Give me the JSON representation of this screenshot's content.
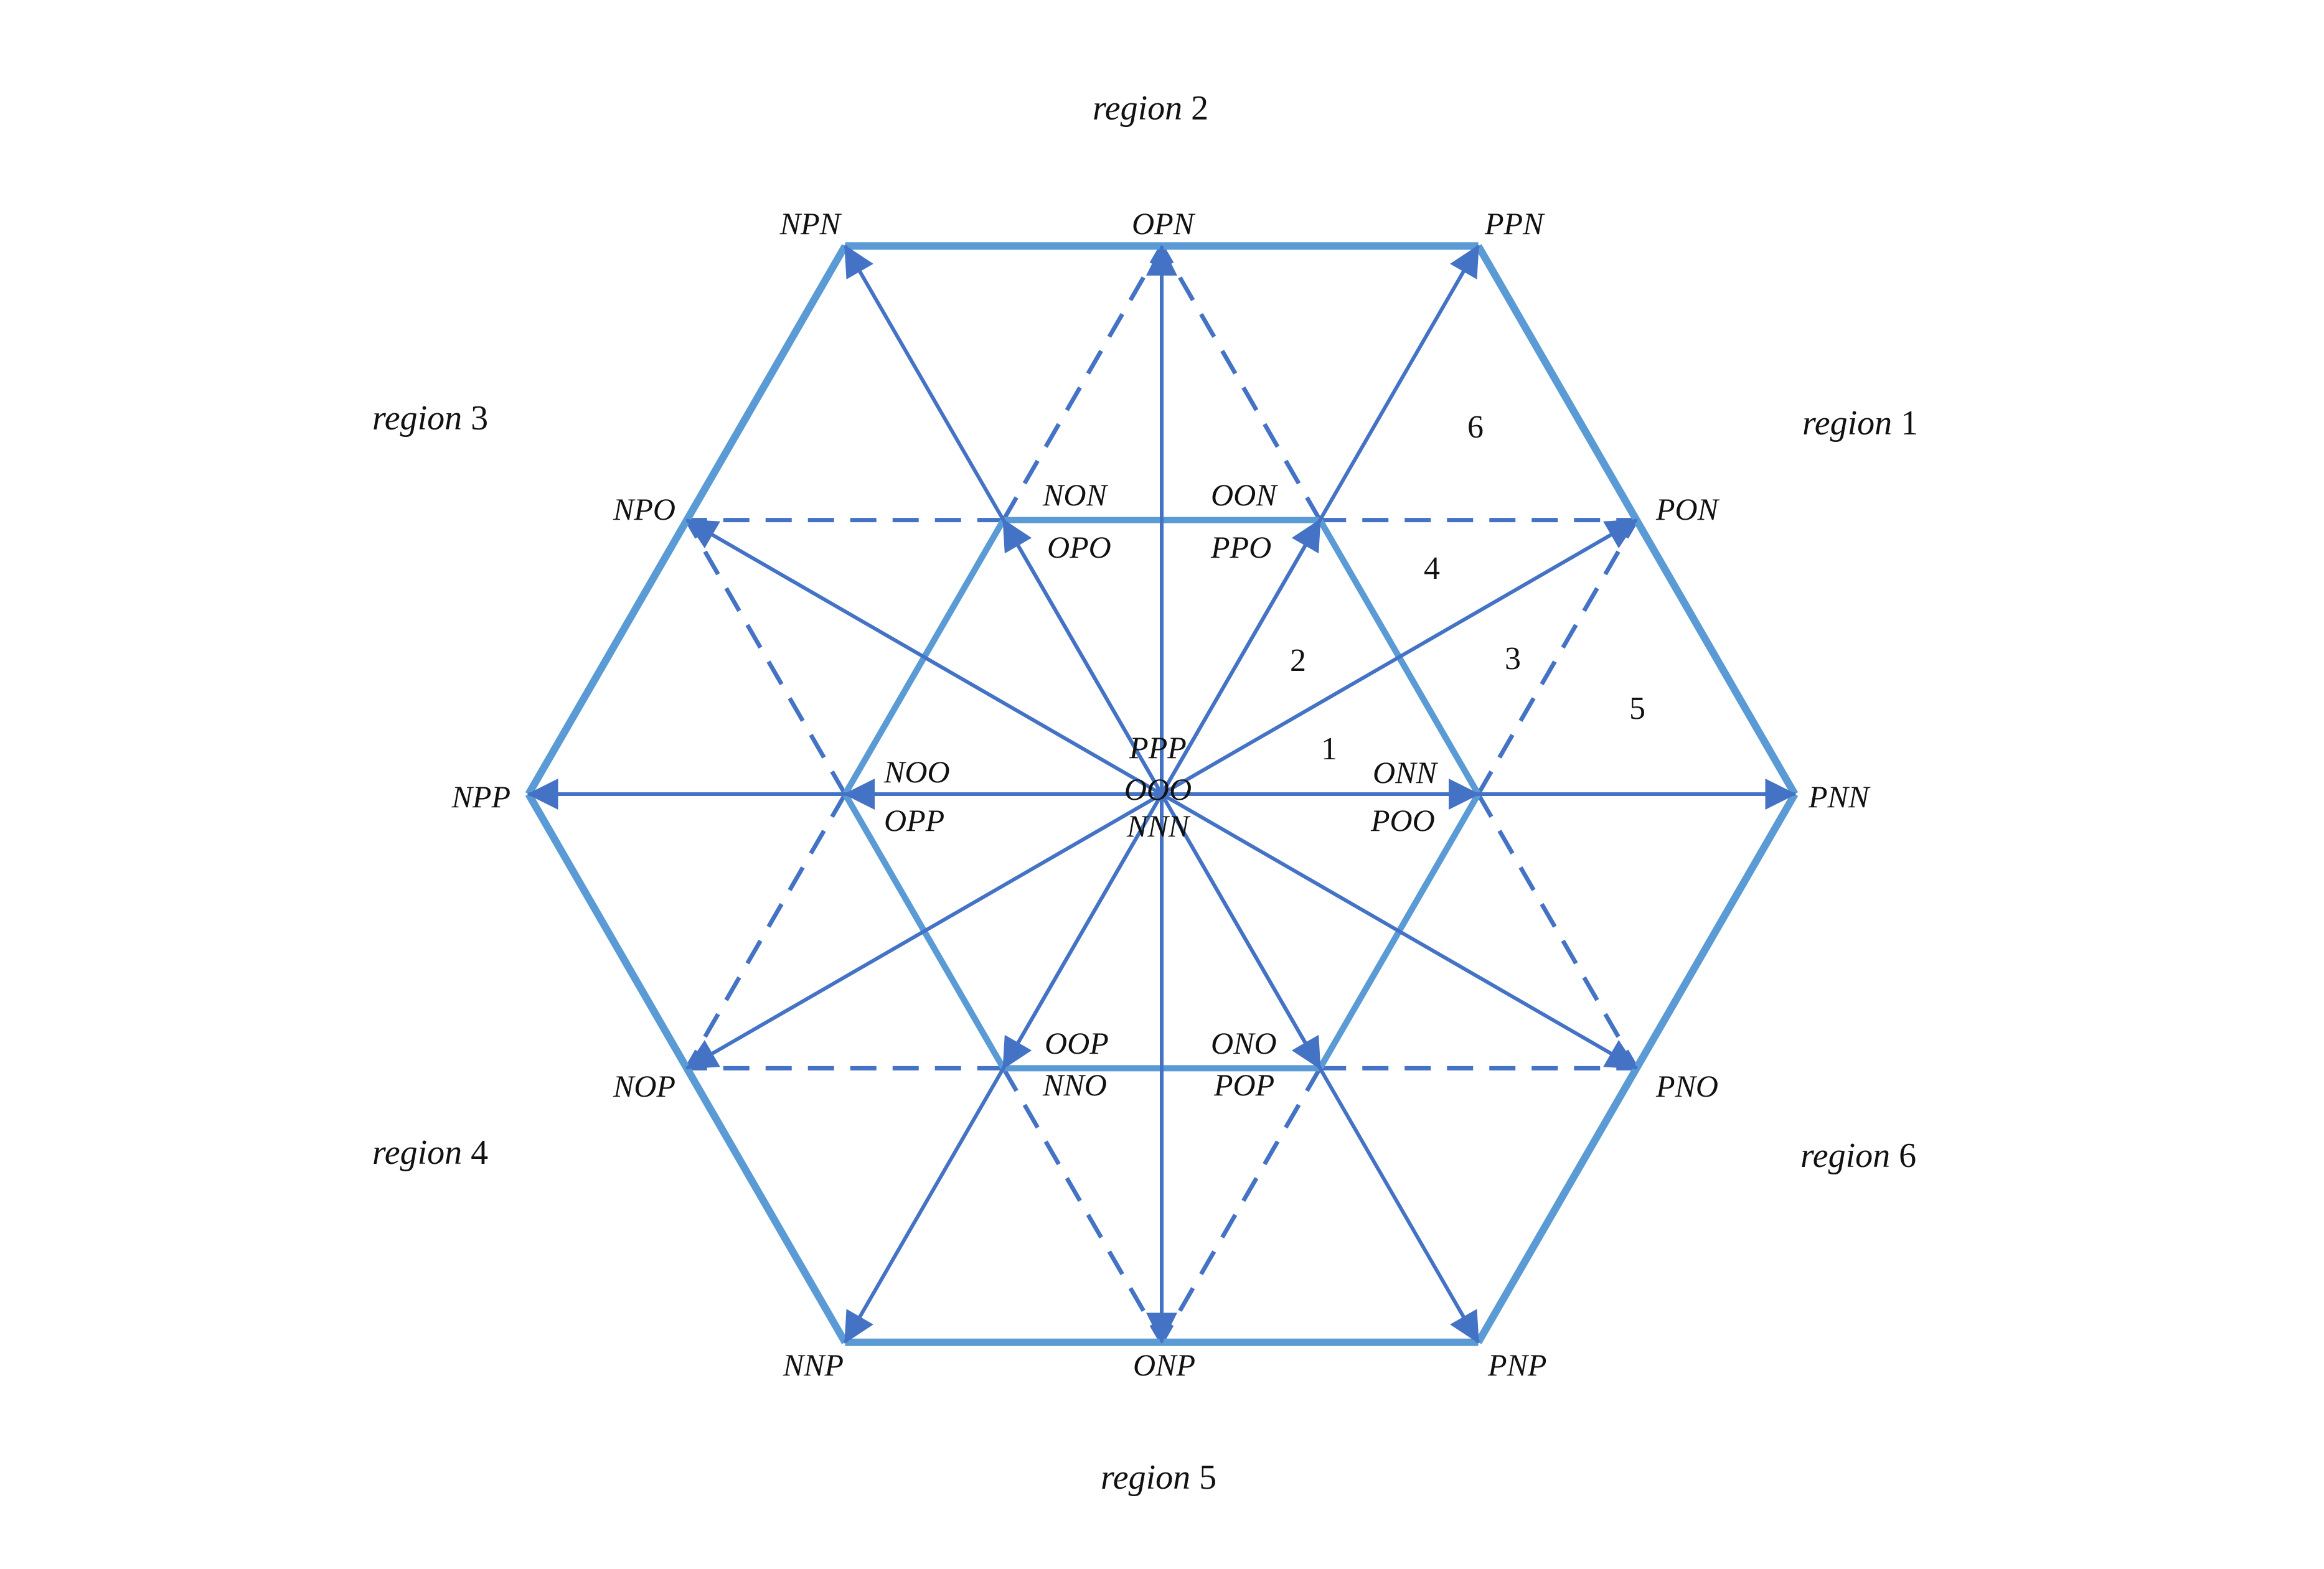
{
  "colors": {
    "hexagon": "#5b9bd5",
    "vector": "#4472c4",
    "text": "#111111",
    "background": "#ffffff"
  },
  "center_labels": [
    "PPP",
    "OOO",
    "NNN"
  ],
  "vertex_labels": {
    "PNN": "PNN",
    "PPN": "PPN",
    "NPN": "NPN",
    "NPP": "NPP",
    "NNP": "NNP",
    "PNP": "PNP",
    "OPN": "OPN",
    "NPO": "NPO",
    "NOP": "NOP",
    "ONP": "ONP",
    "PNO": "PNO",
    "PON": "PON",
    "ONN": "ONN",
    "POO": "POO",
    "OON": "OON",
    "PPO": "PPO",
    "NON": "NON",
    "OPO": "OPO",
    "NOO": "NOO",
    "OPP": "OPP",
    "OOP": "OOP",
    "NNO": "NNO",
    "ONO": "ONO",
    "POP": "POP"
  },
  "regions": [
    {
      "word": "region",
      "num": "1"
    },
    {
      "word": "region",
      "num": "2"
    },
    {
      "word": "region",
      "num": "3"
    },
    {
      "word": "region",
      "num": "4"
    },
    {
      "word": "region",
      "num": "5"
    },
    {
      "word": "region",
      "num": "6"
    }
  ],
  "subregions": [
    "1",
    "2",
    "3",
    "4",
    "5",
    "6"
  ]
}
